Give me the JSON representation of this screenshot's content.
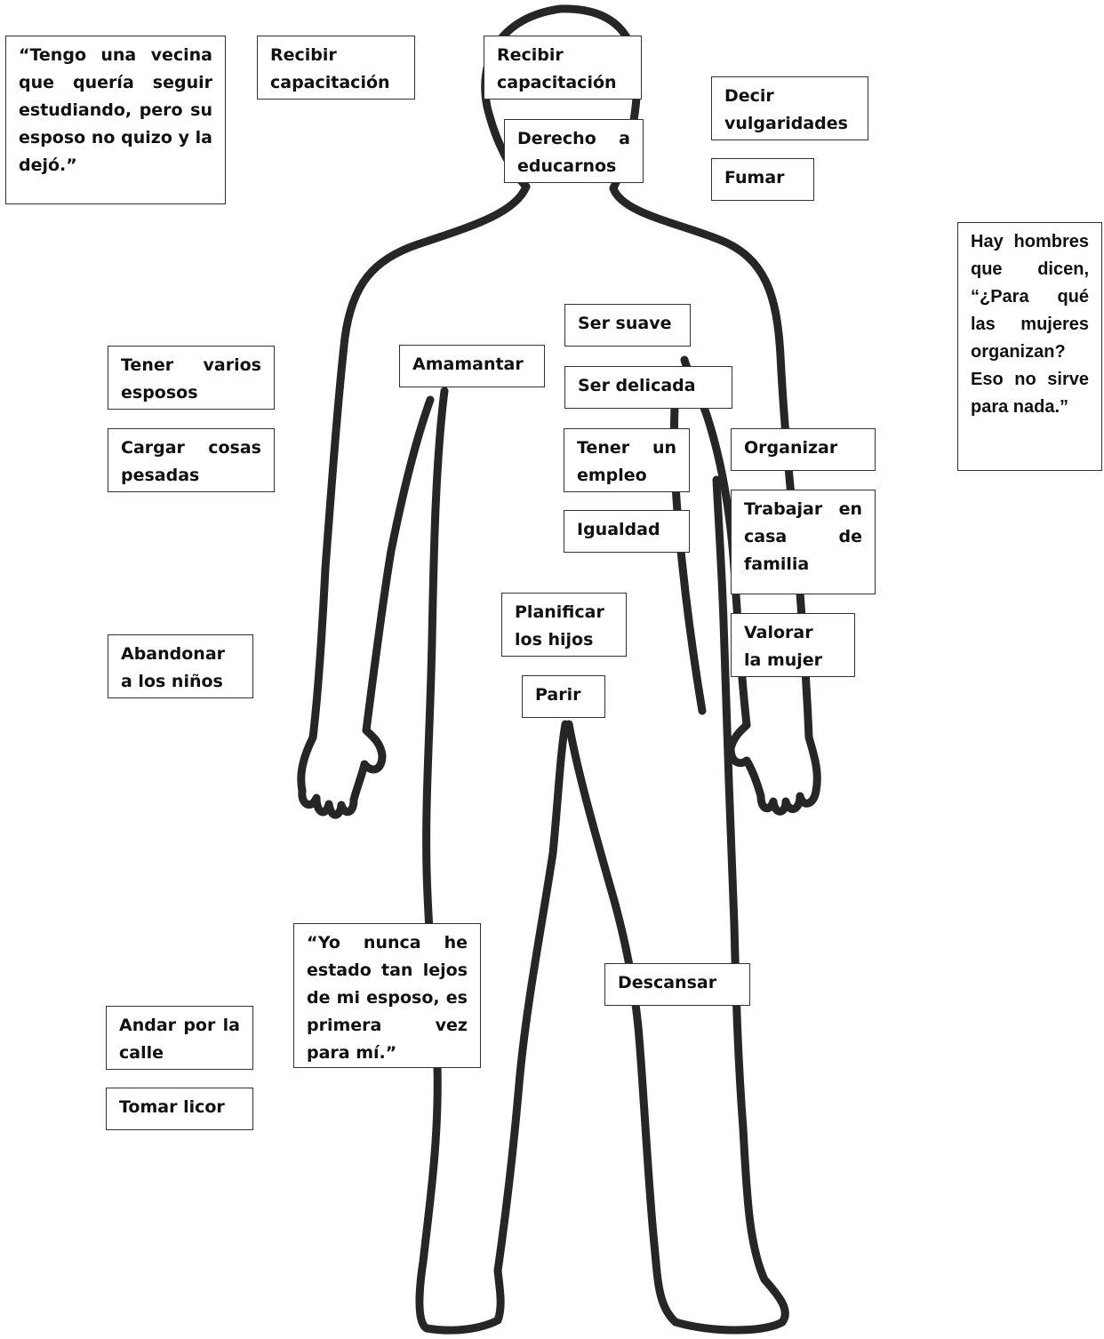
{
  "colors": {
    "outline": "#262626",
    "box_border": "#333333",
    "background": "#ffffff"
  },
  "labels": {
    "recibir_capacitacion_1": "Recibir\ncapacitación",
    "recibir_capacitacion_2": "Recibir\ncapacitación",
    "derecho_educarnos": "Derecho a educarnos",
    "decir_vulgaridades": "Decir\nvulgaridades",
    "fumar": "Fumar",
    "ser_suave": "Ser suave",
    "amamantar": "Amamantar",
    "ser_delicada": "Ser delicada",
    "tener_varios_esposos": "Tener varios esposos",
    "cargar_cosas_pesadas": "Cargar cosas pesadas",
    "tener_un_empleo": "Tener un empleo",
    "organizar": "Organizar",
    "igualdad": "Igualdad",
    "trabajar_casa_familia": "Trabajar en casa de familia",
    "planificar_hijos": "Planificar\nlos hijos",
    "valorar_mujer": "Valorar\nla mujer",
    "abandonar_ninos": "Abandonar\na los niños",
    "parir": "Parir",
    "descansar": "Descansar",
    "andar_calle": "Andar por la calle",
    "tomar_licor": "Tomar licor"
  },
  "quotes": {
    "vecina": "“Tengo una vecina que quería seguir estudiando, pero su esposo no quizo y la dejó.”",
    "hombres": "Hay hombres que dicen, “¿Para qué las mujeres organizan? Eso no sirve para nada.”",
    "esposo": "“Yo nunca he estado tan lejos de mi esposo, es primera vez para mí.”"
  }
}
